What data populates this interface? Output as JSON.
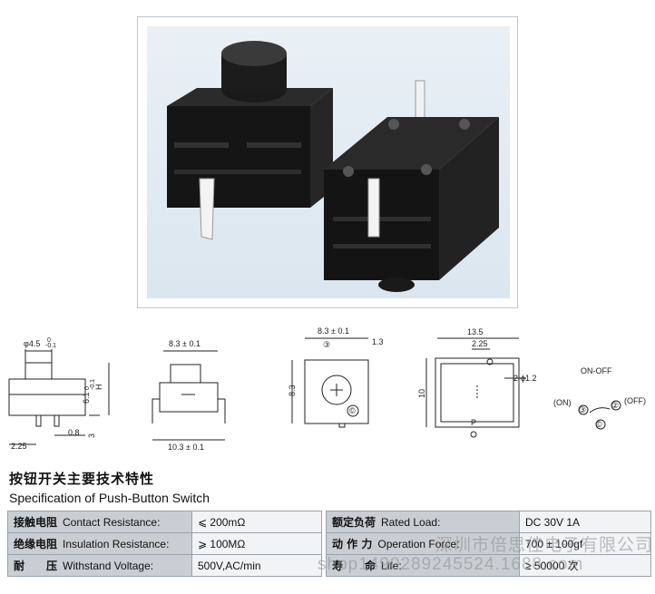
{
  "photo": {
    "caption": ""
  },
  "drawings": {
    "side1": {
      "diameter": "φ4.5",
      "diam_tol_top": "0",
      "diam_tol_bot": "-0.1",
      "height_val": "6.1",
      "height_tol_top": "0",
      "height_tol_bot": "-0.1",
      "height_letter": "H",
      "pin_offset": "2.25",
      "pin_width": "0.8",
      "pin_len": "3"
    },
    "side2": {
      "top": "8.3 ± 0.1",
      "bottom": "10.3 ± 0.1"
    },
    "top_view": {
      "top": "8.3 ± 0.1",
      "pin_pitch": "1.3",
      "left": "8.3",
      "circled_top": "③",
      "circled_bottom": "©"
    },
    "pcb": {
      "top": "13.5",
      "inner": "2.25",
      "hole": "2-ϕ1.2",
      "left": "10",
      "p_label": "P"
    },
    "schematic": {
      "title": "ON-OFF",
      "on": "(ON)",
      "off": "(OFF)",
      "n3": "③",
      "nc": "©",
      "n2": "②"
    }
  },
  "spec": {
    "title_cn": "按钮开关主要技术特性",
    "title_en": "Specification of Push-Button Switch",
    "rows": [
      {
        "l_cn": "接触电阻",
        "l_en": "Contact Resistance:",
        "l_val": "⩽ 200mΩ",
        "r_cn": "额定负荷",
        "r_en": "Rated Load:",
        "r_val": "DC 30V 1A"
      },
      {
        "l_cn": "绝缘电阻",
        "l_en": "Insulation Resistance:",
        "l_val": "⩾ 100MΩ",
        "r_cn": "动 作 力",
        "r_en": "Operation Force:",
        "r_val": "700 ± 100gf"
      },
      {
        "l_cn": "耐　　压",
        "l_en": "Withstand Voltage:",
        "l_val": "500V,AC/min",
        "r_cn": "寿　　命",
        "r_en": "Life:",
        "r_val": "≥ 50000 次"
      }
    ]
  },
  "watermark": {
    "cn": "深圳市倍思佳电子有限公司",
    "en": "shop1490289245524.1688.com"
  }
}
